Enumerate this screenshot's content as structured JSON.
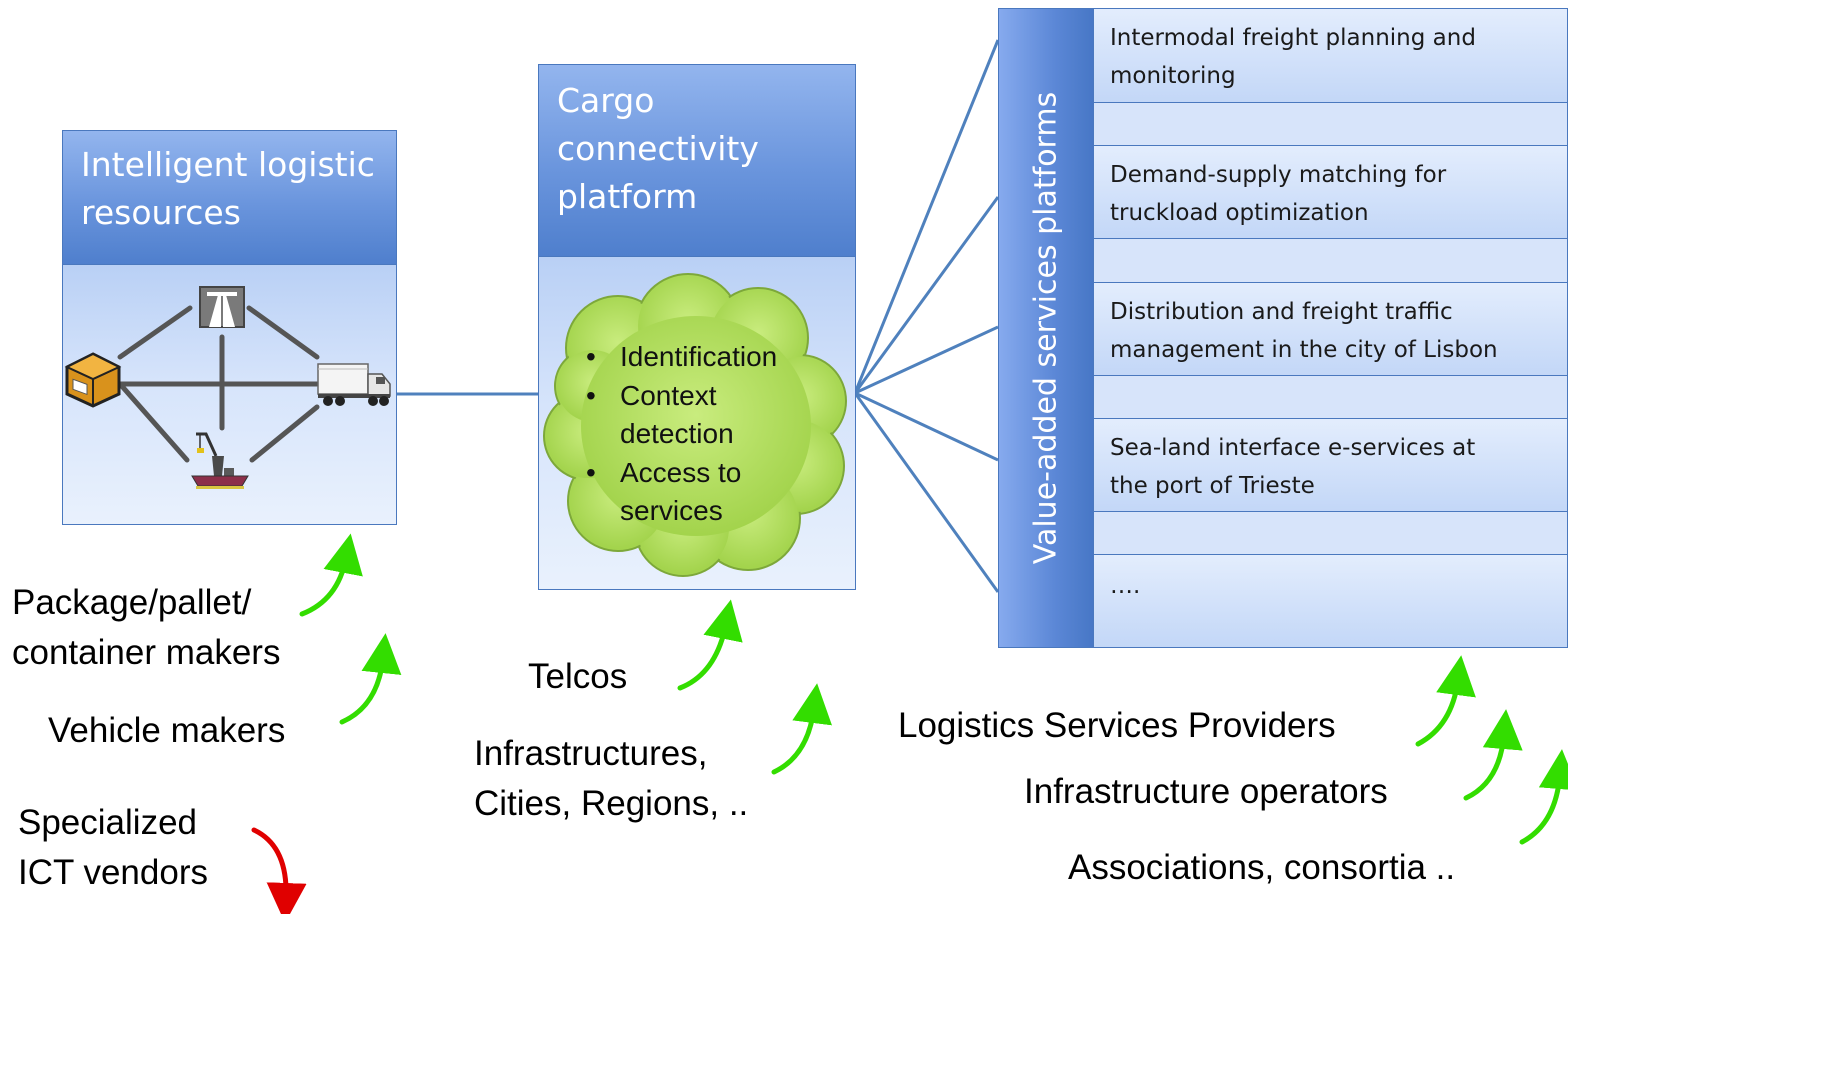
{
  "panels": {
    "logistic": {
      "title_line1": "Intelligent logistic",
      "title_line2": "resources"
    },
    "cargo": {
      "title_line1": "Cargo",
      "title_line2": "connectivity",
      "title_line3": "platform",
      "cloud_items": [
        "Identification",
        "Context detection",
        "Access to services"
      ]
    },
    "vas": {
      "title": "Value-added services platforms",
      "services": [
        {
          "line1": "Intermodal freight planning and",
          "line2": "monitoring"
        },
        {
          "line1": "Demand-supply matching for",
          "line2": "truckload optimization"
        },
        {
          "line1": "Distribution and freight traffic",
          "line2": "management in the city of Lisbon"
        },
        {
          "line1": "Sea-land interface e-services at",
          "line2": "the port of Trieste"
        },
        {
          "line1": "….",
          "line2": ""
        }
      ]
    }
  },
  "icons": [
    "motorway-sign-icon",
    "package-box-icon",
    "truck-icon",
    "ship-crane-icon"
  ],
  "stakeholders": {
    "pallet_makers": {
      "line1": "Package/pallet/",
      "line2": "container makers"
    },
    "vehicle_makers": "Vehicle makers",
    "ict_vendors": {
      "line1": "Specialized",
      "line2": "ICT vendors"
    },
    "telcos": "Telcos",
    "infrastructures": {
      "line1": "Infrastructures,",
      "line2": "Cities, Regions, .."
    },
    "lsp": "Logistics Services Providers",
    "infra_operators": "Infrastructure operators",
    "associations": "Associations, consortia .."
  },
  "colors": {
    "connector": "#4f81bd",
    "up_arrow": "#33dd00",
    "down_arrow": "#e00000",
    "cloud": "#a6d94a"
  }
}
